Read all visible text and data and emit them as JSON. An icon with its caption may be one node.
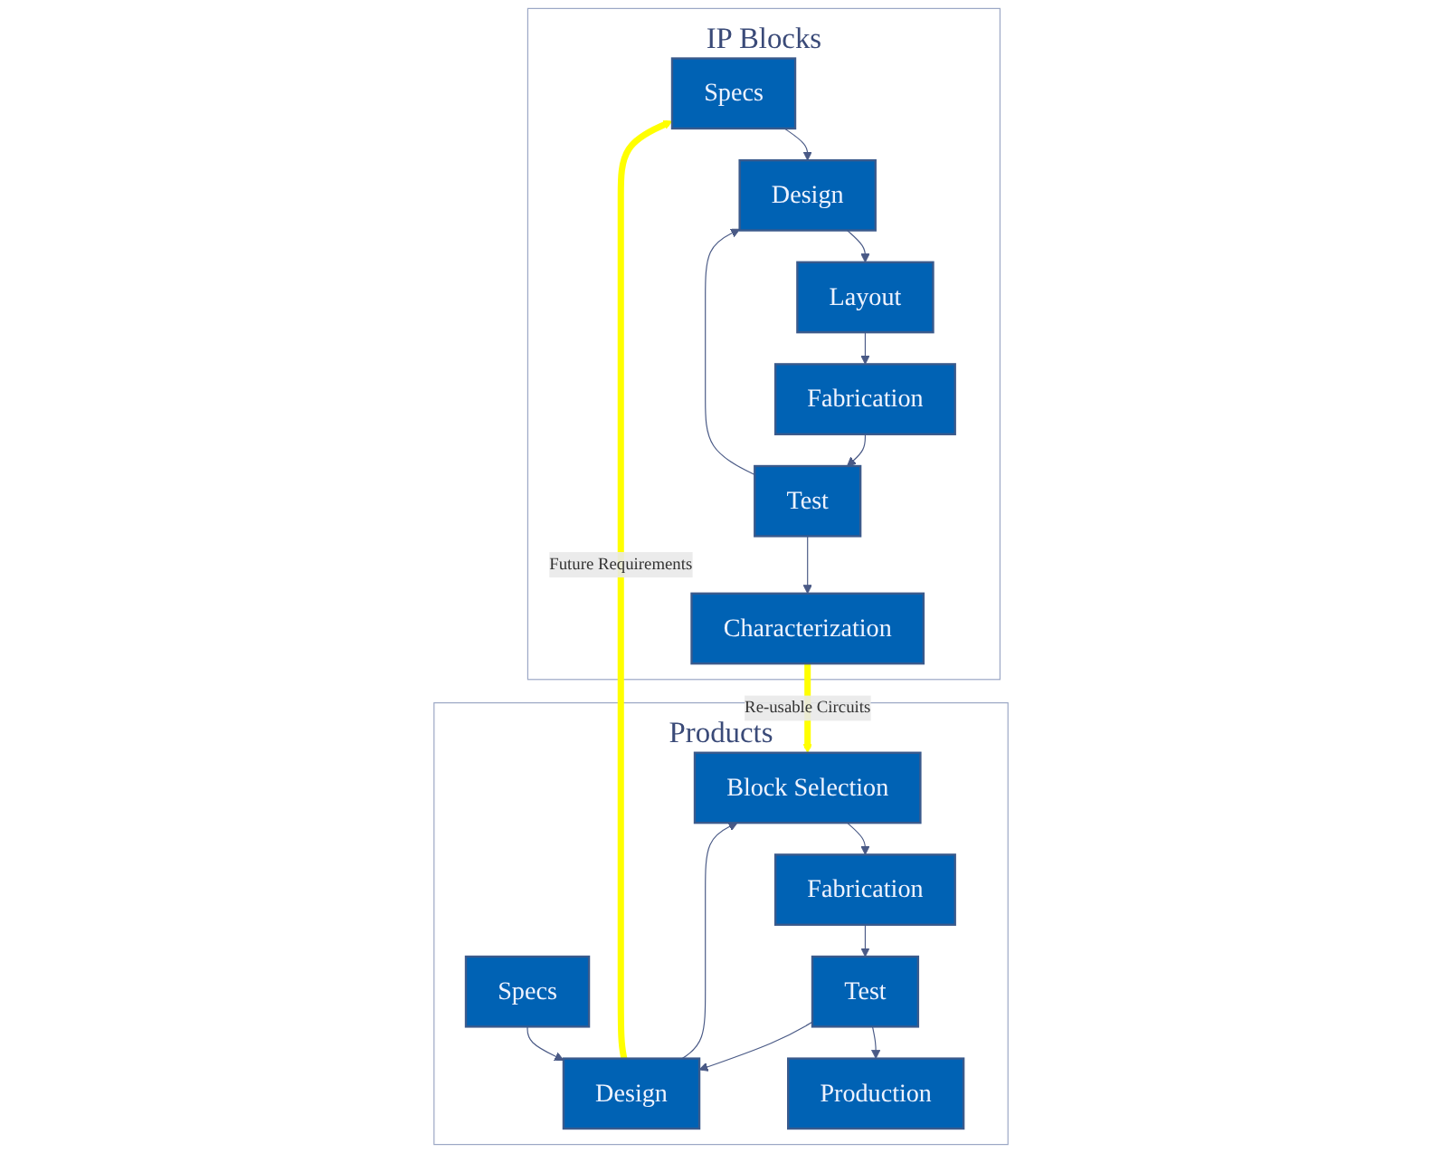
{
  "diagram": {
    "nodes": [
      {
        "text": [
          "IP Blocks"
        ]
      },
      {
        "text": [
          "Specs"
        ],
        "in": 0
      },
      {
        "text": [
          "Design"
        ],
        "in": 0
      },
      {
        "text": [
          "Layout"
        ],
        "in": 0
      },
      {
        "text": [
          "Fabrication"
        ],
        "in": 0
      },
      {
        "text": [
          "Test"
        ],
        "in": 0
      },
      {
        "text": [
          "Characterization"
        ],
        "in": 0
      },
      {
        "text": [
          "Products"
        ]
      },
      {
        "text": [
          "Specs"
        ],
        "in": 7
      },
      {
        "text": [
          "Design"
        ],
        "in": 7
      },
      {
        "text": [
          "Block Selection"
        ],
        "in": 7
      },
      {
        "text": [
          "Fabrication"
        ],
        "in": 7
      },
      {
        "text": [
          "Test"
        ],
        "in": 7
      },
      {
        "text": [
          "Production"
        ],
        "in": 7
      }
    ],
    "edges": [
      {
        "from": 1,
        "to": 2,
        "arrow": "to"
      },
      {
        "from": 2,
        "to": 3,
        "arrow": "to"
      },
      {
        "from": 3,
        "to": 4,
        "arrow": "to"
      },
      {
        "from": 4,
        "to": 5,
        "arrow": "to"
      },
      {
        "from": 5,
        "to": 6,
        "arrow": "to"
      },
      {
        "from": 5,
        "to": 2,
        "arrow": "to"
      },
      {
        "from": 8,
        "to": 9,
        "arrow": "to"
      },
      {
        "from": 9,
        "to": 10,
        "arrow": "to"
      },
      {
        "from": 10,
        "to": 11,
        "arrow": "to"
      },
      {
        "from": 11,
        "to": 12,
        "arrow": "to"
      },
      {
        "from": 12,
        "to": 13,
        "arrow": "to"
      },
      {
        "from": 12,
        "to": 9,
        "arrow": "to"
      },
      {
        "from": 9,
        "to": 1,
        "arrow": "to",
        "label": "Future Requirements",
        "style": "thick",
        "color": "#ffff00"
      },
      {
        "from": 6,
        "to": 10,
        "arrow": "to",
        "label": "Re-usable Circuits",
        "style": "thick",
        "color": "#ffff00"
      }
    ]
  }
}
